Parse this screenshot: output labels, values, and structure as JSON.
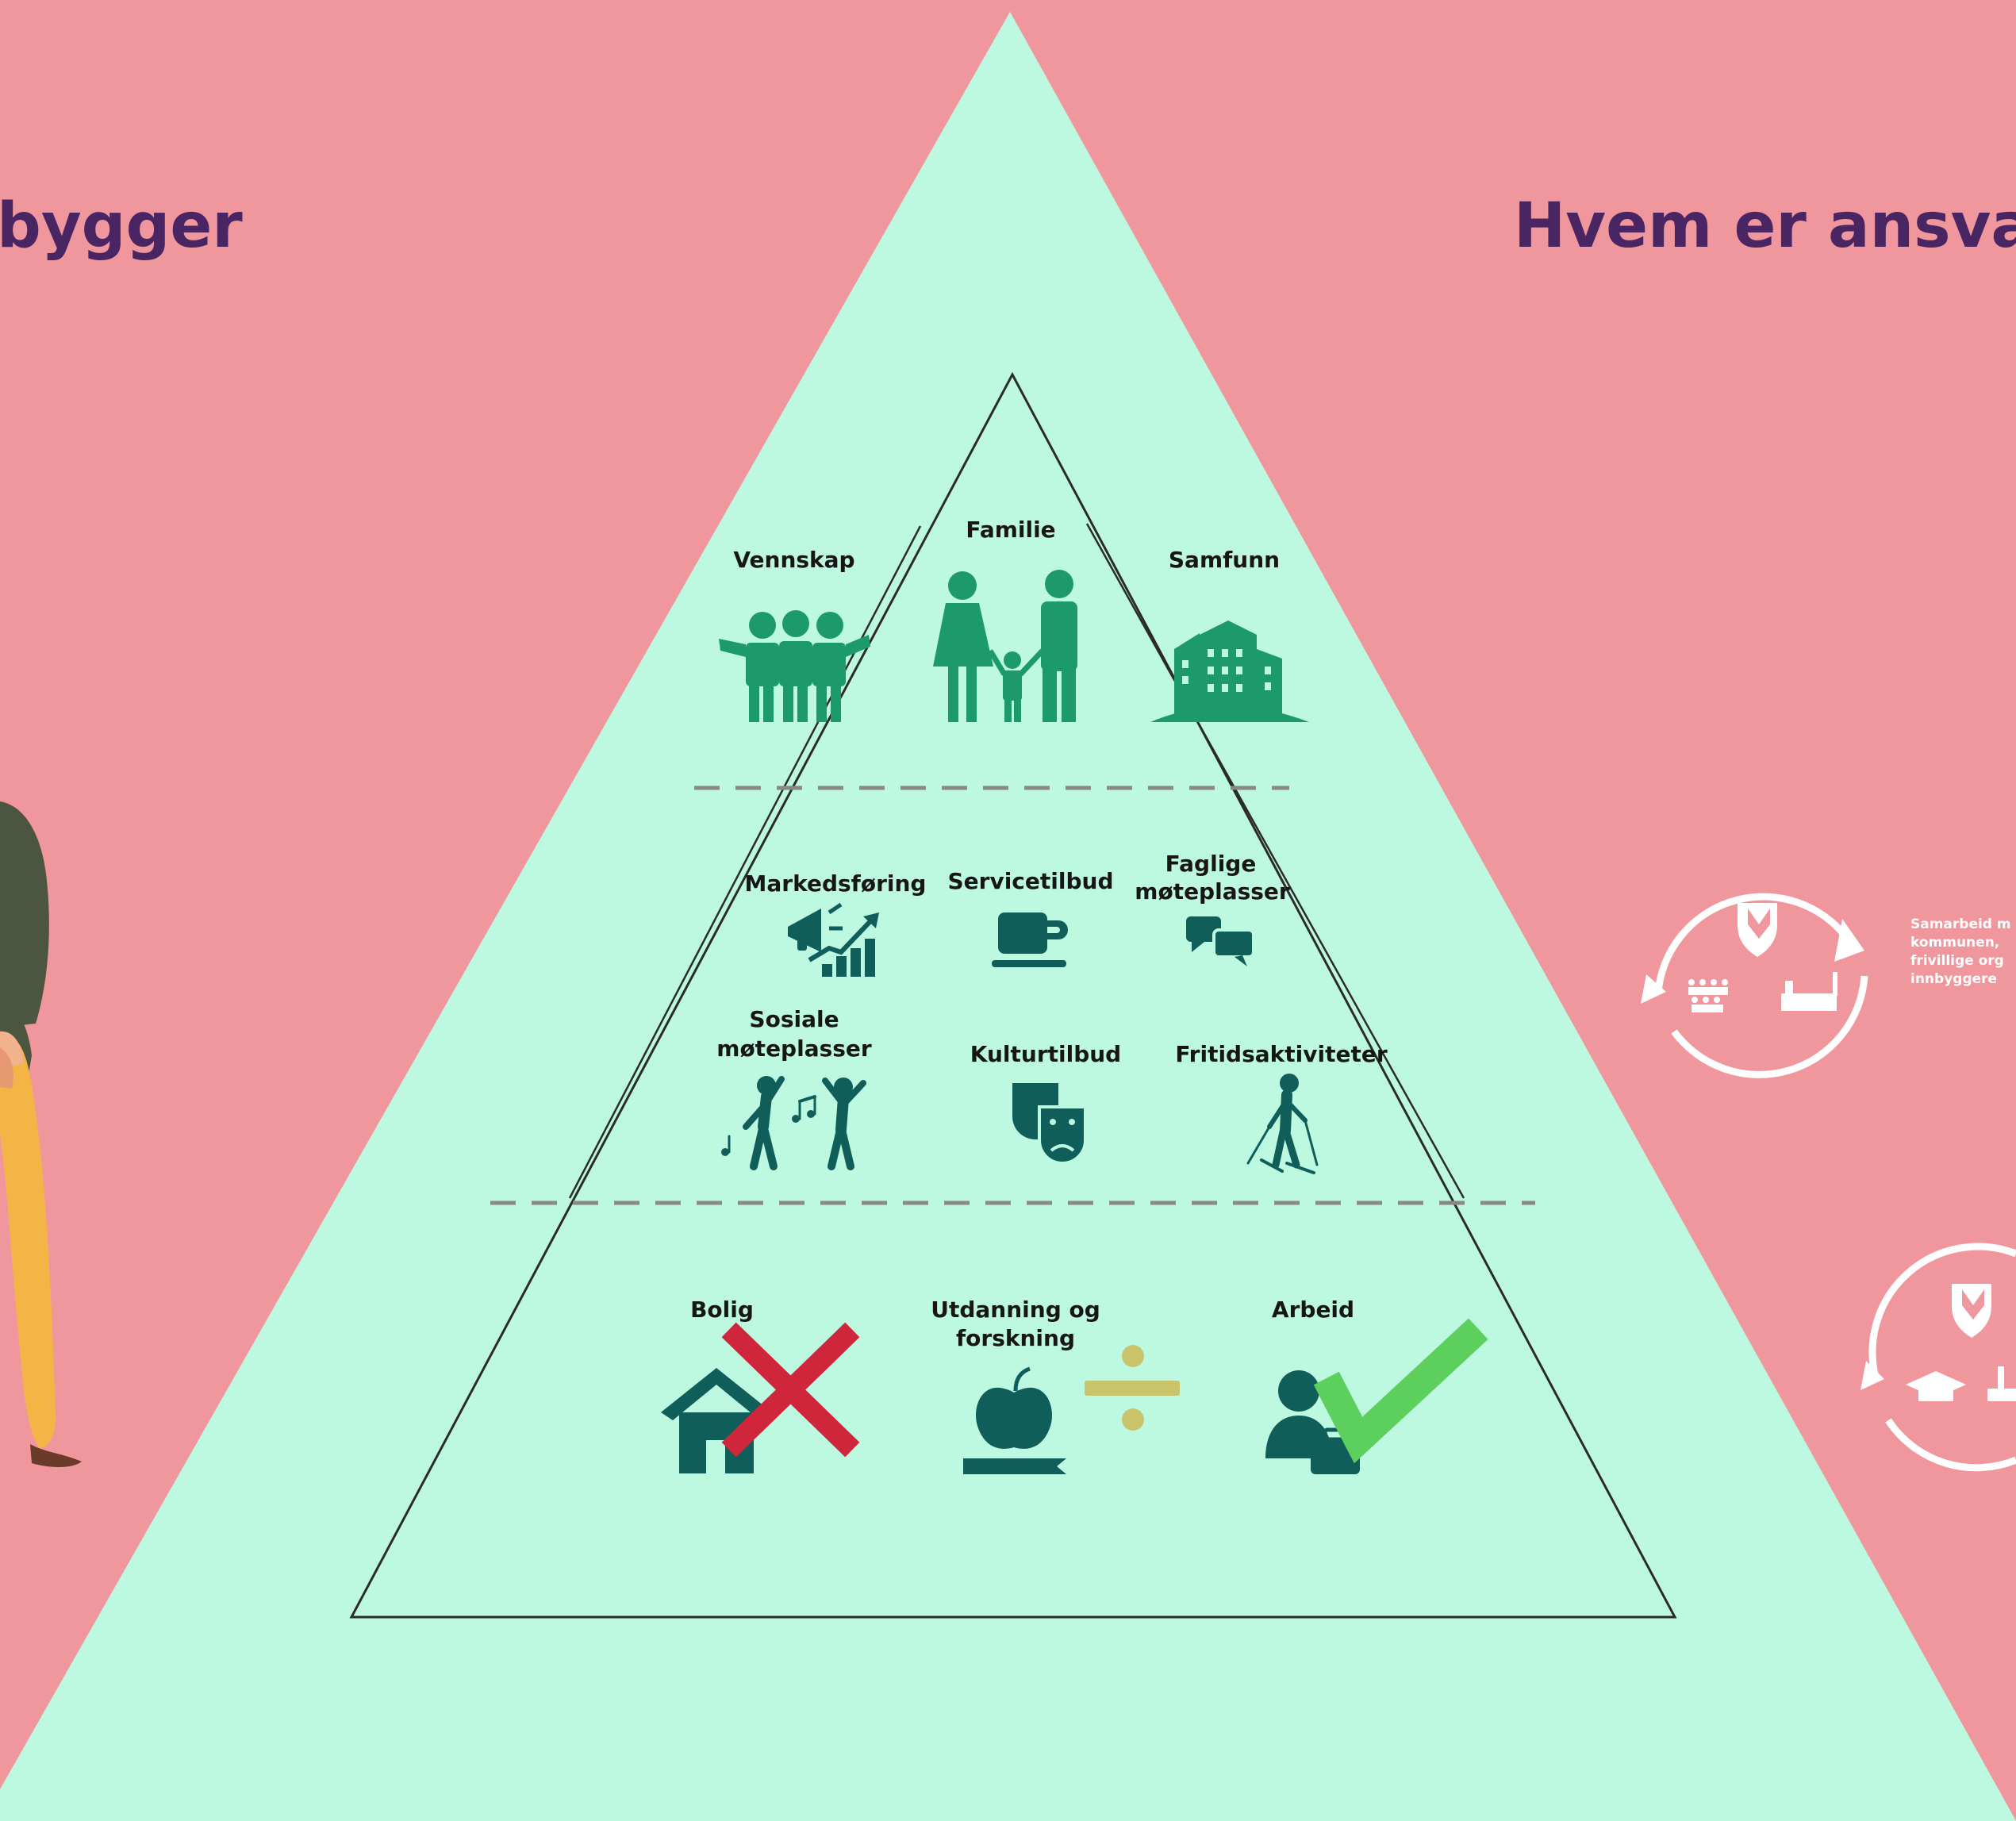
{
  "headings": {
    "left": "bygger",
    "right": "Hvem er ansvarli"
  },
  "pyramid": {
    "top_tier": {
      "friendship": "Vennskap",
      "family": "Familie",
      "society": "Samfunn"
    },
    "middle_tier": {
      "marketing": "Markedsføring",
      "services": "Servicetilbud",
      "professional_meetings_l1": "Faglige",
      "professional_meetings_l2": "møteplasser",
      "social_meetings_l1": "Sosiale",
      "social_meetings_l2": "møteplasser",
      "culture": "Kulturtilbud",
      "leisure": "Fritidsaktiviteter"
    },
    "bottom_tier": {
      "housing": "Bolig",
      "education_l1": "Utdanning og",
      "education_l2": "forskning",
      "work": "Arbeid"
    }
  },
  "responsibility": {
    "note_lines": [
      "Samarbeid m",
      "kommunen,",
      "frivillige org",
      "innbyggere"
    ]
  },
  "colors": {
    "background": "#EF979D",
    "pyramid": "#BDF8E0",
    "heading": "#4A2563",
    "green_icon": "#1D9A6B",
    "teal_icon": "#0F5E59",
    "cross": "#D0263C",
    "check": "#5CCF5C",
    "divide": "#C9C46B"
  }
}
